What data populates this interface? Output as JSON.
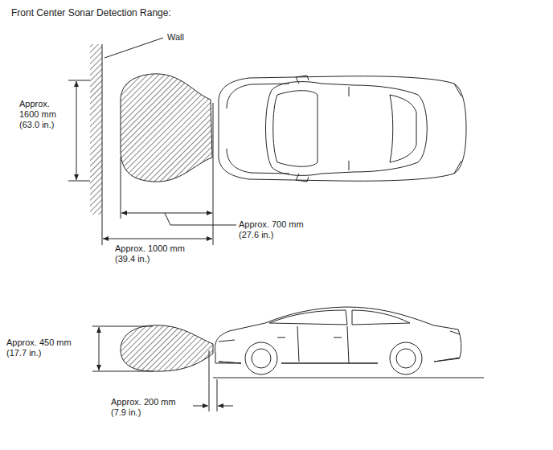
{
  "diagram": {
    "title": "Front Center Sonar Detection Range:",
    "labels": [
      "Wall",
      "Approx. 1600 mm (63.0 in.)",
      "Approx. 700 mm (27.6 in.)",
      "Approx. 1000 mm (39.4 in.)",
      "Approx. 450 mm (17.7 in.)",
      "Approx. 200 mm (7.9 in.)"
    ]
  }
}
